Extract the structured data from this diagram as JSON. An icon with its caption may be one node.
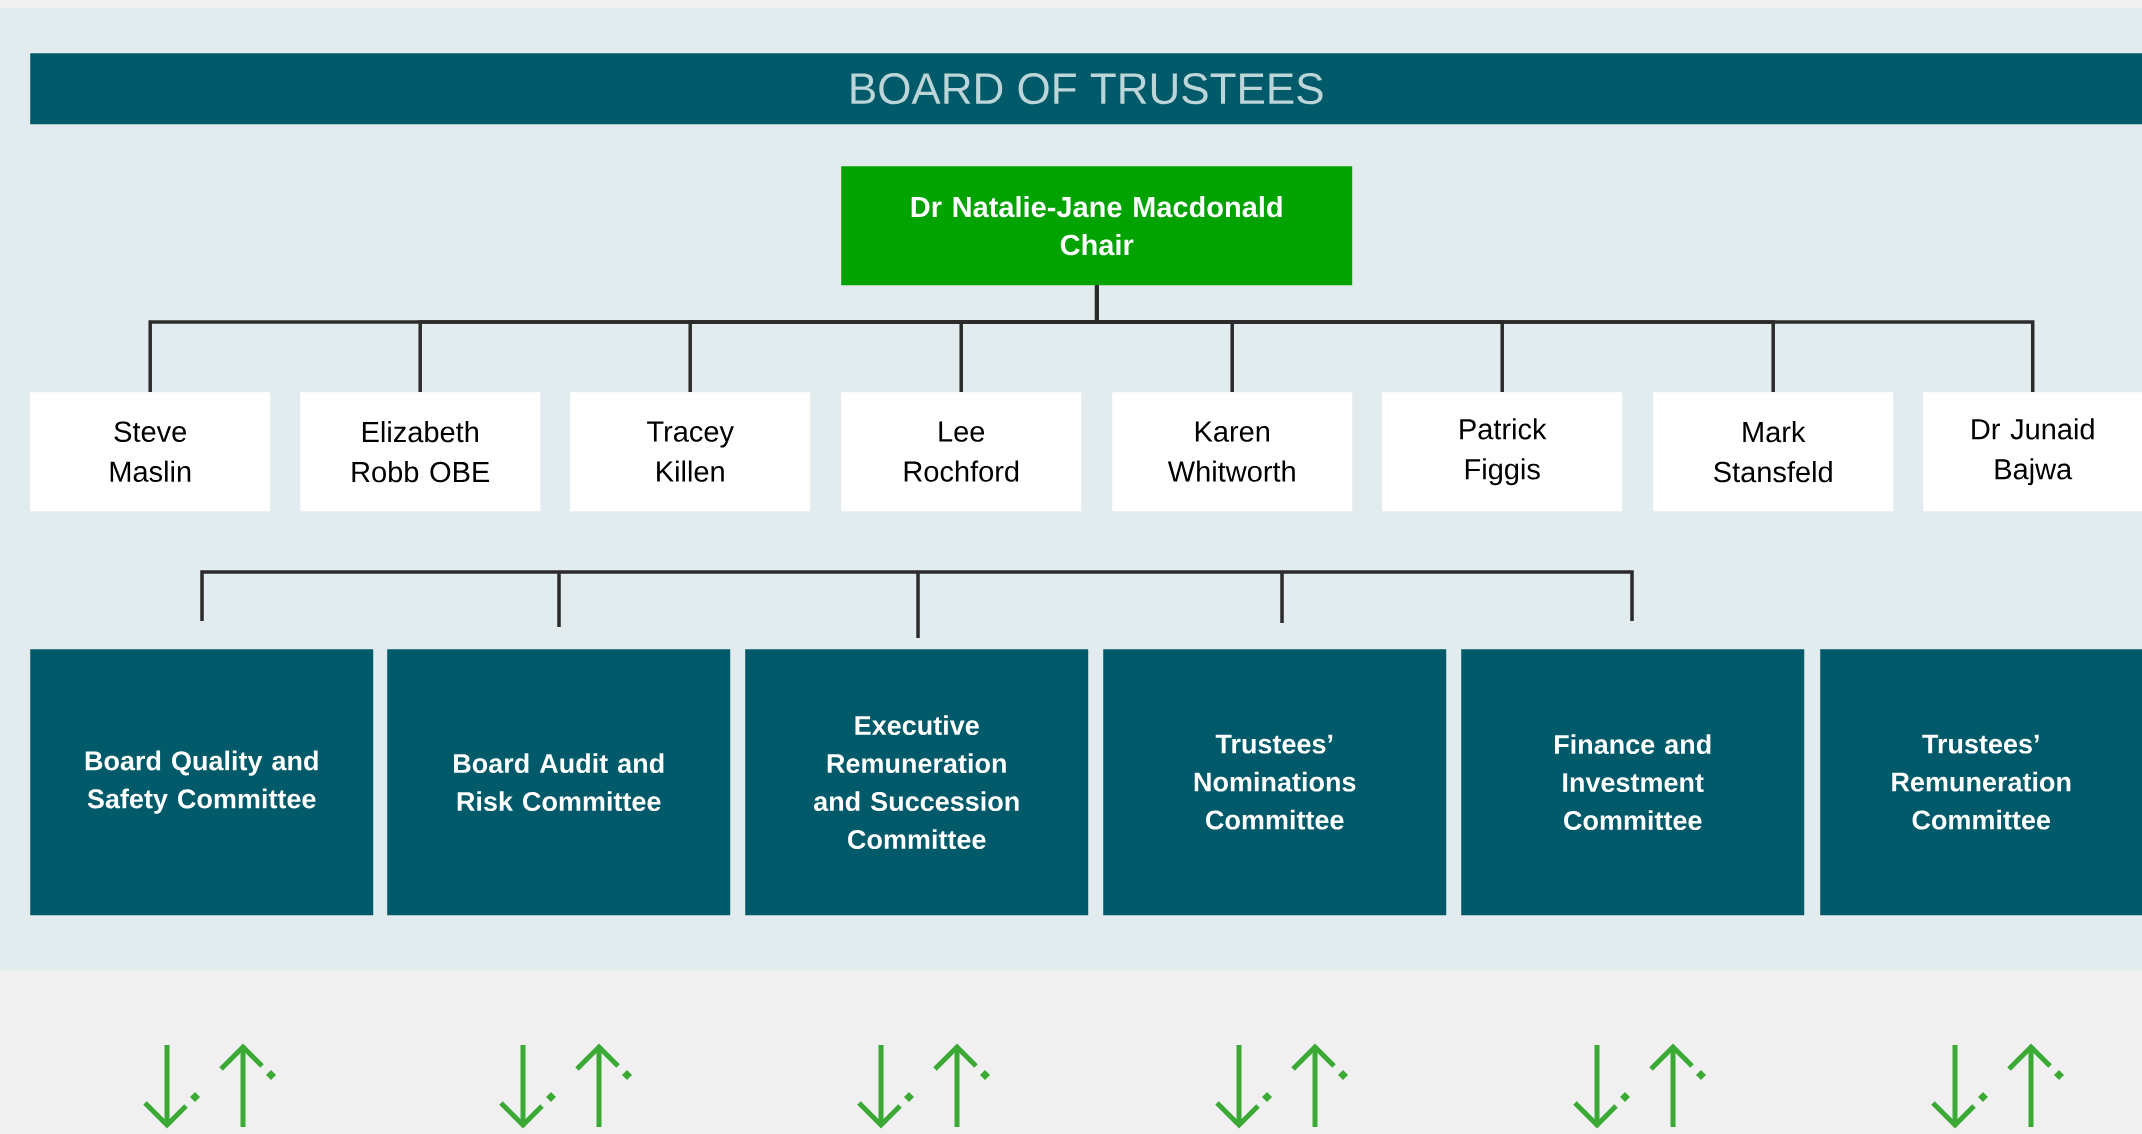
{
  "diagram": {
    "title": "BOARD OF TRUSTEES",
    "nodes": [
      {
        "text": [
          "Dr Natalie-Jane Macdonald",
          "Chair"
        ]
      },
      {
        "text": [
          "Steve Maslin"
        ]
      },
      {
        "text": [
          "Elizabeth Robb OBE"
        ]
      },
      {
        "text": [
          "Tracey Killen"
        ]
      },
      {
        "text": [
          "Lee Rochford"
        ]
      },
      {
        "text": [
          "Karen Whitworth"
        ]
      },
      {
        "text": [
          "Patrick Figgis"
        ]
      },
      {
        "text": [
          "Mark Stansfeld"
        ]
      },
      {
        "text": [
          "Dr Junaid Bajwa"
        ]
      },
      {
        "text": [
          "Board Quality and Safety Committee"
        ]
      },
      {
        "text": [
          "Board Audit and Risk Committee"
        ]
      },
      {
        "text": [
          "Executive Remuneration and Succession Committee"
        ]
      },
      {
        "text": [
          "Trustees’ Nominations Committee"
        ]
      },
      {
        "text": [
          "Finance and Investment Committee"
        ]
      },
      {
        "text": [
          "Trustees’ Remuneration Committee"
        ]
      }
    ],
    "edges": [
      {
        "from": 0,
        "to": 1,
        "arrow": "none"
      },
      {
        "from": 0,
        "to": 2,
        "arrow": "none"
      },
      {
        "from": 0,
        "to": 3,
        "arrow": "none"
      },
      {
        "from": 0,
        "to": 4,
        "arrow": "none"
      },
      {
        "from": 0,
        "to": 5,
        "arrow": "none"
      },
      {
        "from": 0,
        "to": 6,
        "arrow": "none"
      },
      {
        "from": 0,
        "to": 7,
        "arrow": "none"
      },
      {
        "from": 0,
        "to": 8,
        "arrow": "none"
      }
    ]
  }
}
